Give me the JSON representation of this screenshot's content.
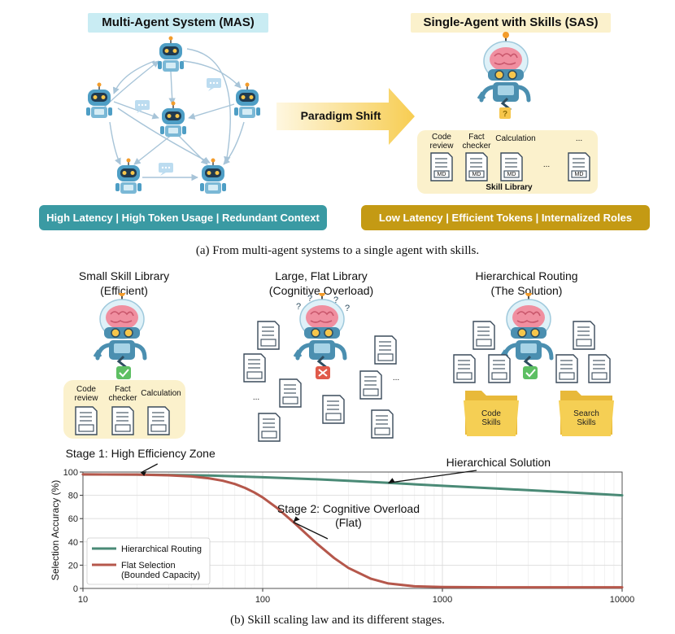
{
  "top": {
    "mas_title": "Multi-Agent System (MAS)",
    "sas_title": "Single-Agent with Skills (SAS)",
    "arrow_label": "Paradigm Shift",
    "mas_banner": "High Latency | High Token Usage | Redundant Context",
    "sas_banner": "Low Latency | Efficient Tokens | Internalized Roles",
    "skill_library_label": "Skill Library",
    "skills": [
      "Code\nreview",
      "Fact\nchecker",
      "Calculation",
      "..."
    ],
    "doc_label": "MD",
    "ellipsis": "...",
    "caption": "(a) From multi-agent systems to a single agent with skills."
  },
  "middle": {
    "panels": [
      {
        "title": "Small Skill Library\n(Efficient)"
      },
      {
        "title": "Large, Flat Library\n(Cognitive Overload)"
      },
      {
        "title": "Hierarchical Routing\n(The Solution)"
      }
    ],
    "small_skills": [
      "Code\nreview",
      "Fact\nchecker",
      "Calculation"
    ],
    "ellipsis": "...",
    "folders": [
      "Code\nSkills",
      "Search\nSkills"
    ],
    "colors": {
      "teal": "#3a9aa3",
      "gold": "#c49a14",
      "folder": "#f2c94c",
      "library_bg": "#fbf1cc"
    }
  },
  "chart_data": {
    "type": "line",
    "xscale": "log",
    "xlim": [
      10,
      10000
    ],
    "ylim": [
      0,
      100
    ],
    "xticks": [
      "10",
      "100",
      "1000",
      "10000"
    ],
    "yticks": [
      "0",
      "20",
      "40",
      "60",
      "80",
      "100"
    ],
    "ylabel": "Selection Accuracy (%)",
    "grid": true,
    "legend_position": "bottom-left",
    "series": [
      {
        "name": "Hierarchical Routing",
        "color": "#4a8a76",
        "x": [
          10,
          20,
          30,
          50,
          100,
          200,
          300,
          500,
          1000,
          2000,
          3000,
          5000,
          10000
        ],
        "y": [
          98,
          97.8,
          97.5,
          97,
          95.5,
          93.8,
          92.5,
          90.7,
          88.2,
          85.8,
          84.4,
          82.6,
          80
        ]
      },
      {
        "name": "Flat Selection\n(Bounded Capacity)",
        "color": "#b5574b",
        "x": [
          10,
          20,
          30,
          40,
          50,
          60,
          70,
          80,
          90,
          100,
          120,
          150,
          180,
          200,
          250,
          300,
          400,
          500,
          700,
          1000,
          2000,
          5000,
          10000
        ],
        "y": [
          98,
          97.8,
          97.2,
          96.2,
          94.7,
          92.5,
          89.7,
          86.3,
          82.4,
          78.2,
          69.2,
          56.3,
          45,
          38.6,
          26.1,
          17.6,
          8.3,
          4.3,
          1.8,
          1.2,
          1,
          1,
          1
        ]
      }
    ],
    "annotations": [
      {
        "text": "Stage 1: High Efficiency Zone",
        "x": 25,
        "y": 97
      },
      {
        "text": "Hierarchical Solution",
        "x": 1500,
        "y": 87
      },
      {
        "text": "Stage 2: Cognitive Overload\n(Flat)",
        "x": 150,
        "y": 44
      }
    ]
  },
  "bottom_caption": "(b) Skill scaling law and its different stages."
}
